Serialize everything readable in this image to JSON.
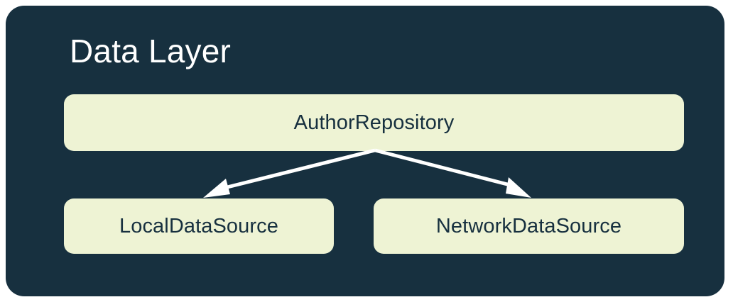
{
  "panel": {
    "title": "Data Layer",
    "background_color": "#17303F",
    "title_color": "#FFFFFF"
  },
  "diagram": {
    "node_fill_color": "#EEF3D4",
    "node_text_color": "#17303F",
    "edge_color": "#FFFFFF",
    "nodes": [
      {
        "id": "author-repository",
        "label": "AuthorRepository"
      },
      {
        "id": "local-data-source",
        "label": "LocalDataSource"
      },
      {
        "id": "network-data-source",
        "label": "NetworkDataSource"
      }
    ],
    "edges": [
      {
        "from": "AuthorRepository",
        "to": "LocalDataSource",
        "direction": "down-left",
        "arrowhead": true
      },
      {
        "from": "AuthorRepository",
        "to": "NetworkDataSource",
        "direction": "down-right",
        "arrowhead": true
      }
    ]
  }
}
